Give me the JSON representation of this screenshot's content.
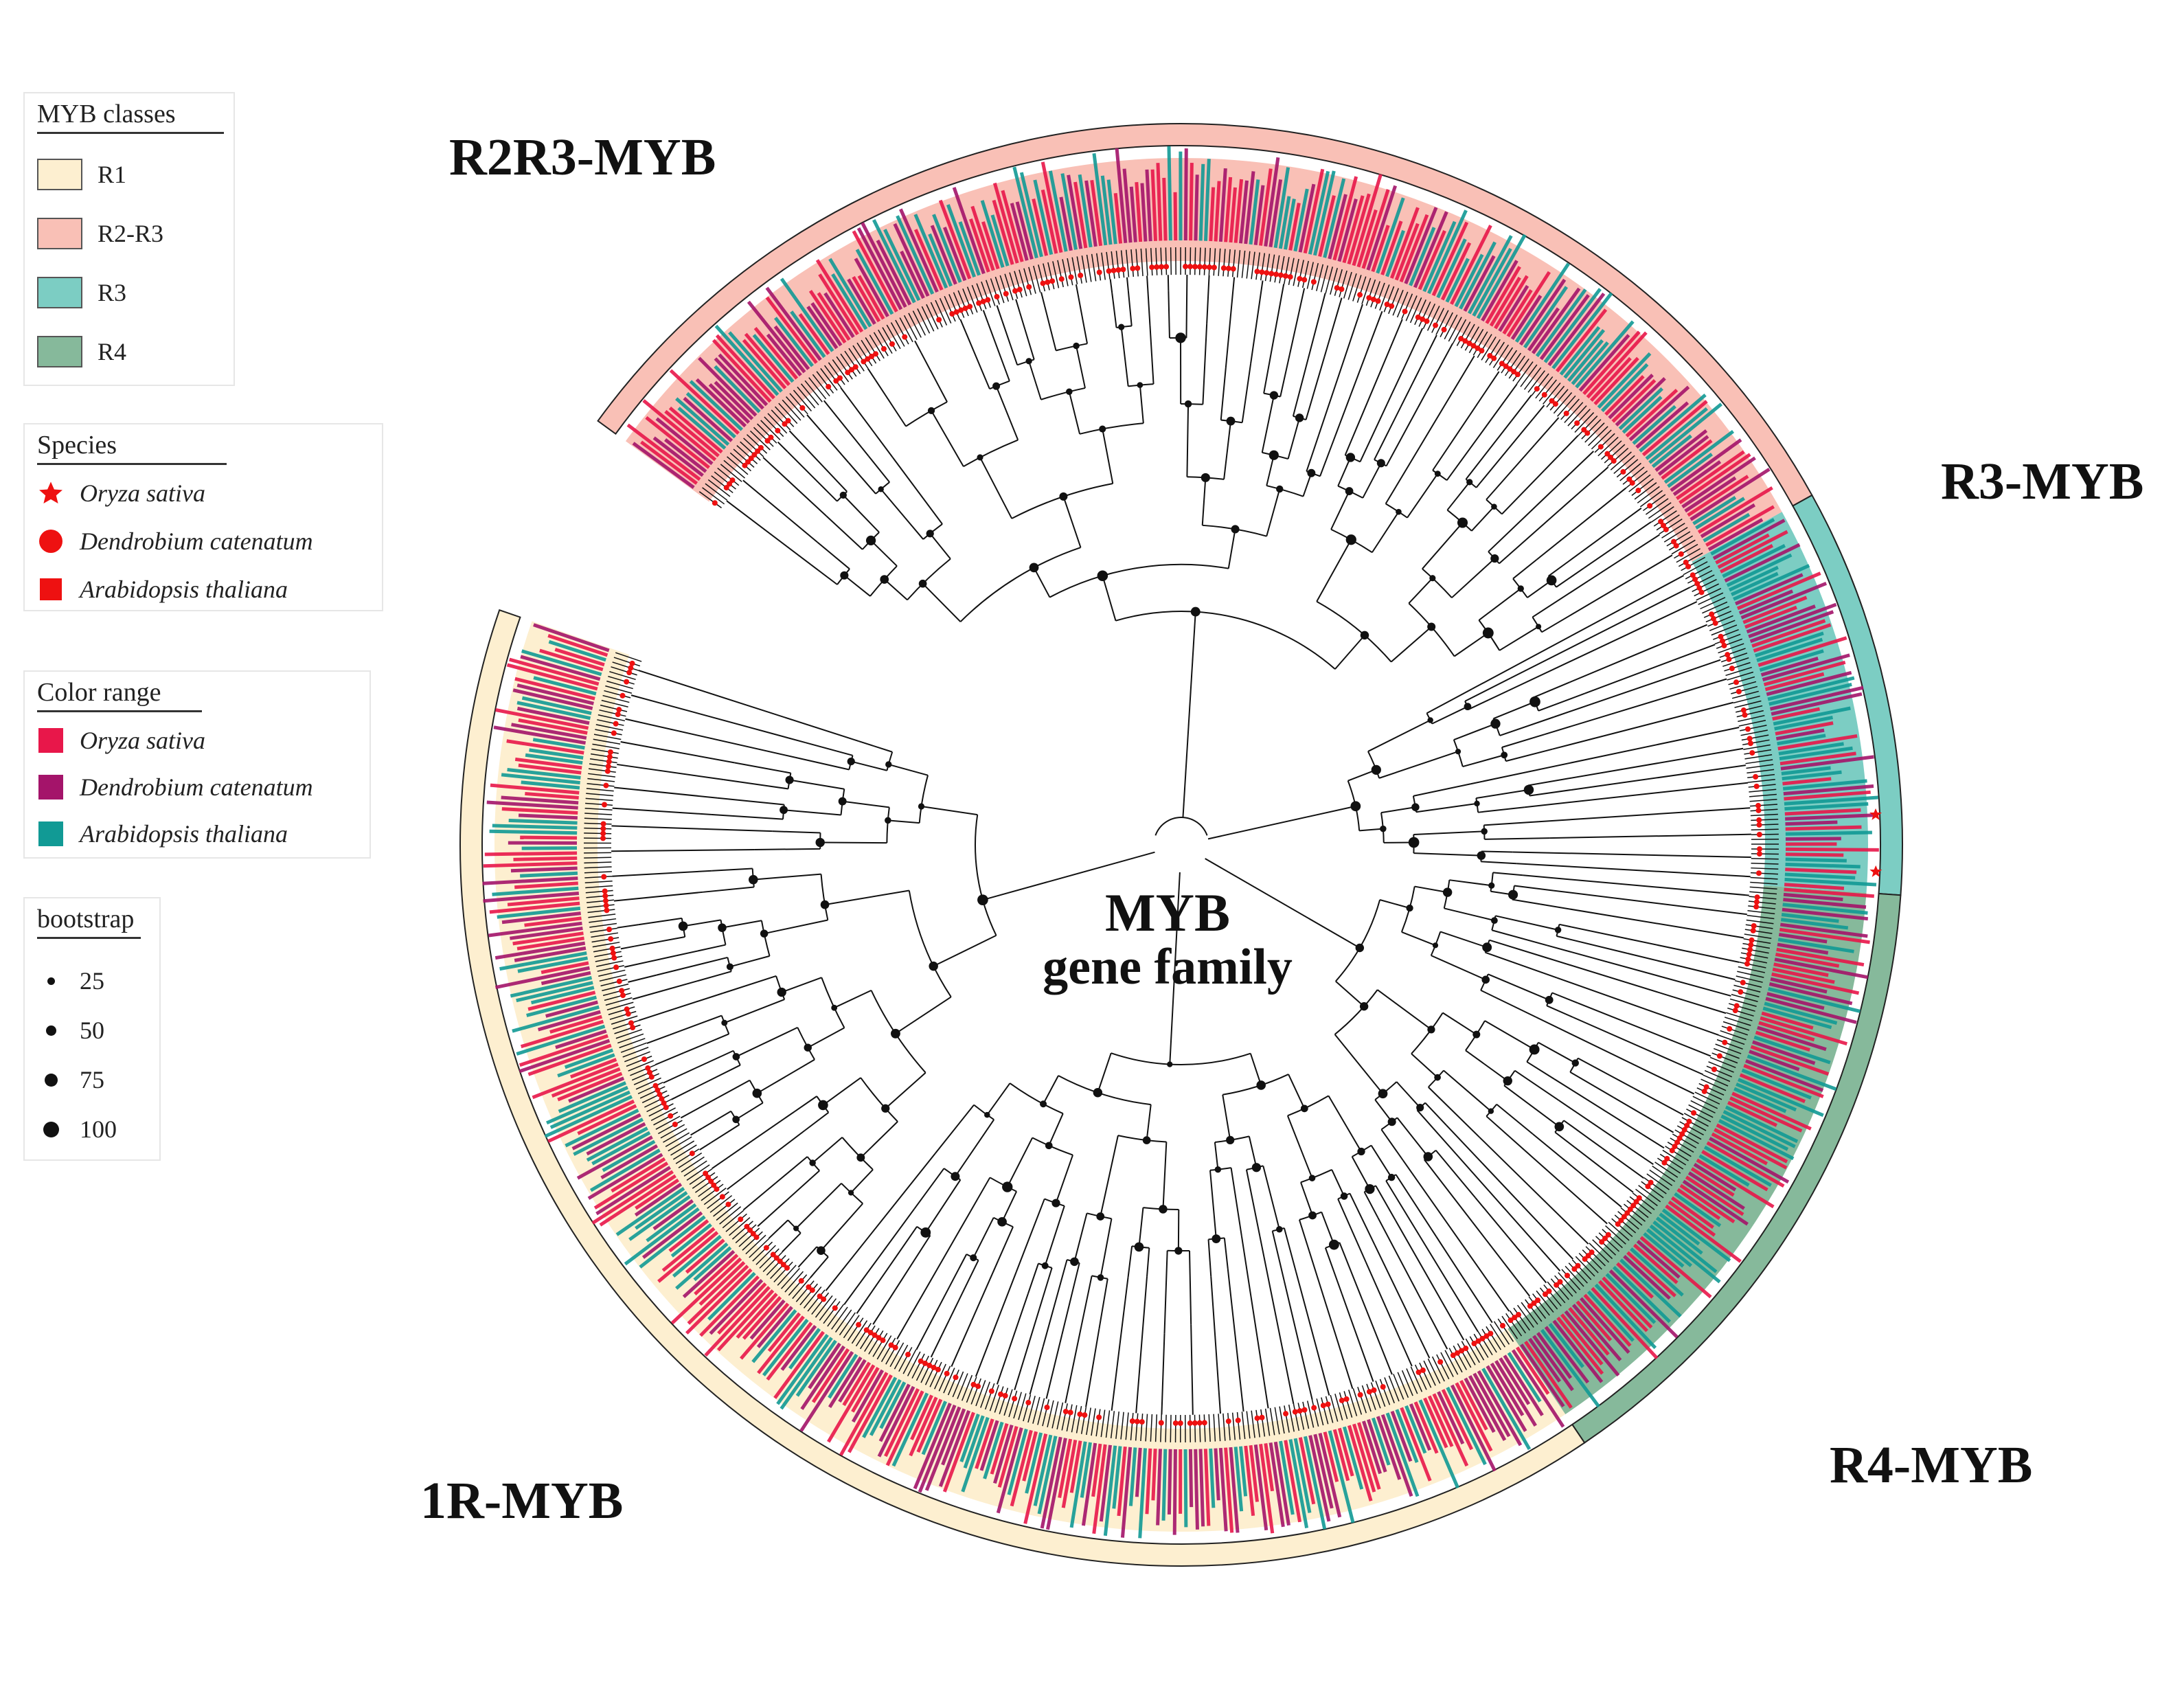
{
  "legend_classes": {
    "title": "MYB classes",
    "items": [
      {
        "label": "R1",
        "color": "#fdefd0"
      },
      {
        "label": "R2-R3",
        "color": "#f9c0b6"
      },
      {
        "label": "R3",
        "color": "#7ccdc3"
      },
      {
        "label": "R4",
        "color": "#86b99b"
      }
    ]
  },
  "legend_species": {
    "title": "Species",
    "items": [
      {
        "label": "Oryza sativa",
        "symbol": "star",
        "color": "#ee1111"
      },
      {
        "label": "Dendrobium catenatum",
        "symbol": "circle",
        "color": "#ee1111"
      },
      {
        "label": "Arabidopsis thaliana",
        "symbol": "square",
        "color": "#ee1111"
      }
    ]
  },
  "legend_color_range": {
    "title": "Color range",
    "items": [
      {
        "label": "Oryza sativa",
        "color": "#e8174a"
      },
      {
        "label": "Dendrobium catenatum",
        "color": "#a4146a"
      },
      {
        "label": "Arabidopsis thaliana",
        "color": "#119a95"
      }
    ]
  },
  "legend_bootstrap": {
    "title": "bootstrap",
    "items": [
      {
        "label": "25",
        "value": 25
      },
      {
        "label": "50",
        "value": 50
      },
      {
        "label": "75",
        "value": 75
      },
      {
        "label": "100",
        "value": 100
      }
    ]
  },
  "class_labels": {
    "r2r3": "R2R3-MYB",
    "r3": "R3-MYB",
    "r4": "R4-MYB",
    "r1": "1R-MYB"
  },
  "center_title": {
    "line1": "MYB",
    "line2": "gene family"
  },
  "tree": {
    "sectors": [
      {
        "name": "R2R3-MYB",
        "class": "R2-R3",
        "start_deg": -144,
        "end_deg": -29,
        "color": "#f9c0b6"
      },
      {
        "name": "R3-MYB",
        "class": "R3",
        "start_deg": -29,
        "end_deg": 4,
        "color": "#7ccdc3"
      },
      {
        "name": "R4-MYB",
        "class": "R4",
        "start_deg": 4,
        "end_deg": 56,
        "color": "#86b99b"
      },
      {
        "name": "1R-MYB",
        "class": "R1",
        "start_deg": 56,
        "end_deg": 199,
        "color": "#fdefd0"
      }
    ],
    "label_colors": [
      "#e8174a",
      "#a4146a",
      "#119a95"
    ],
    "branch_color": "#111111",
    "marker_color": "#ee1111"
  }
}
